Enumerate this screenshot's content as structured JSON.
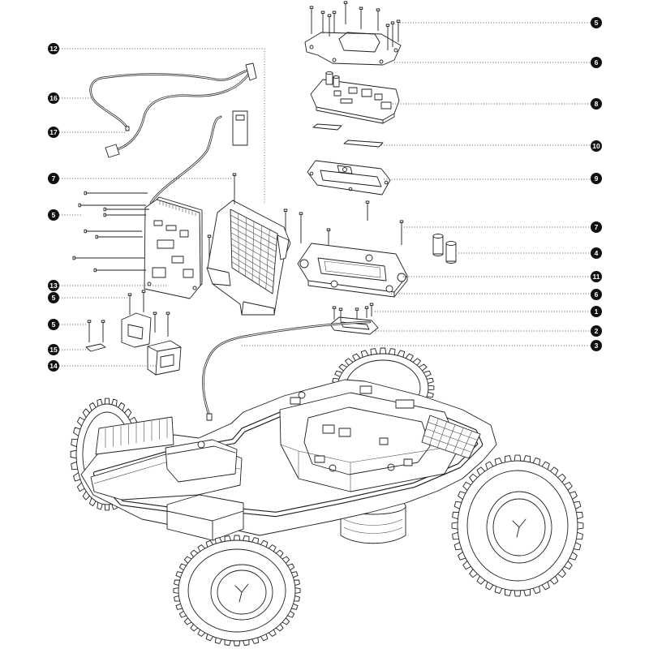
{
  "callouts": {
    "left": [
      "12",
      "16",
      "17",
      "7",
      "5",
      "13",
      "5",
      "5",
      "15",
      "14"
    ],
    "right": [
      "5",
      "6",
      "8",
      "10",
      "9",
      "7",
      "4",
      "11",
      "6",
      "1",
      "2",
      "3"
    ]
  },
  "colors": {
    "line": "#1f1f1f",
    "callout_fill": "#111111",
    "callout_text": "#ffffff",
    "background": "#ffffff"
  }
}
